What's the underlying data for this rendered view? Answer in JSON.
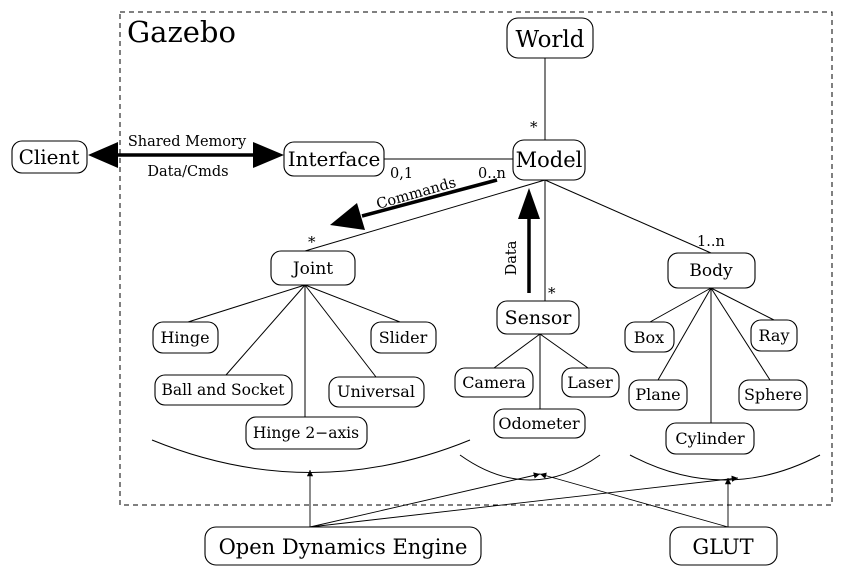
{
  "frame_title": "Gazebo",
  "nodes": {
    "world": "World",
    "client": "Client",
    "interface": "Interface",
    "model": "Model",
    "joint": "Joint",
    "sensor": "Sensor",
    "body": "Body",
    "hinge": "Hinge",
    "slider": "Slider",
    "ball_and_socket": "Ball and Socket",
    "universal": "Universal",
    "hinge_2_axis": "Hinge 2−axis",
    "camera": "Camera",
    "laser": "Laser",
    "odometer": "Odometer",
    "box": "Box",
    "ray": "Ray",
    "plane": "Plane",
    "sphere": "Sphere",
    "cylinder": "Cylinder",
    "ode": "Open Dynamics Engine",
    "glut": "GLUT"
  },
  "edge_labels": {
    "shared_memory": "Shared Memory",
    "data_cmds": "Data/Cmds",
    "commands": "Commands",
    "data": "Data",
    "mult_world_model": "*",
    "mult_interface": "0,1",
    "mult_model_interface": "0..n",
    "mult_joint": "*",
    "mult_sensor": "*",
    "mult_body": "1..n"
  }
}
